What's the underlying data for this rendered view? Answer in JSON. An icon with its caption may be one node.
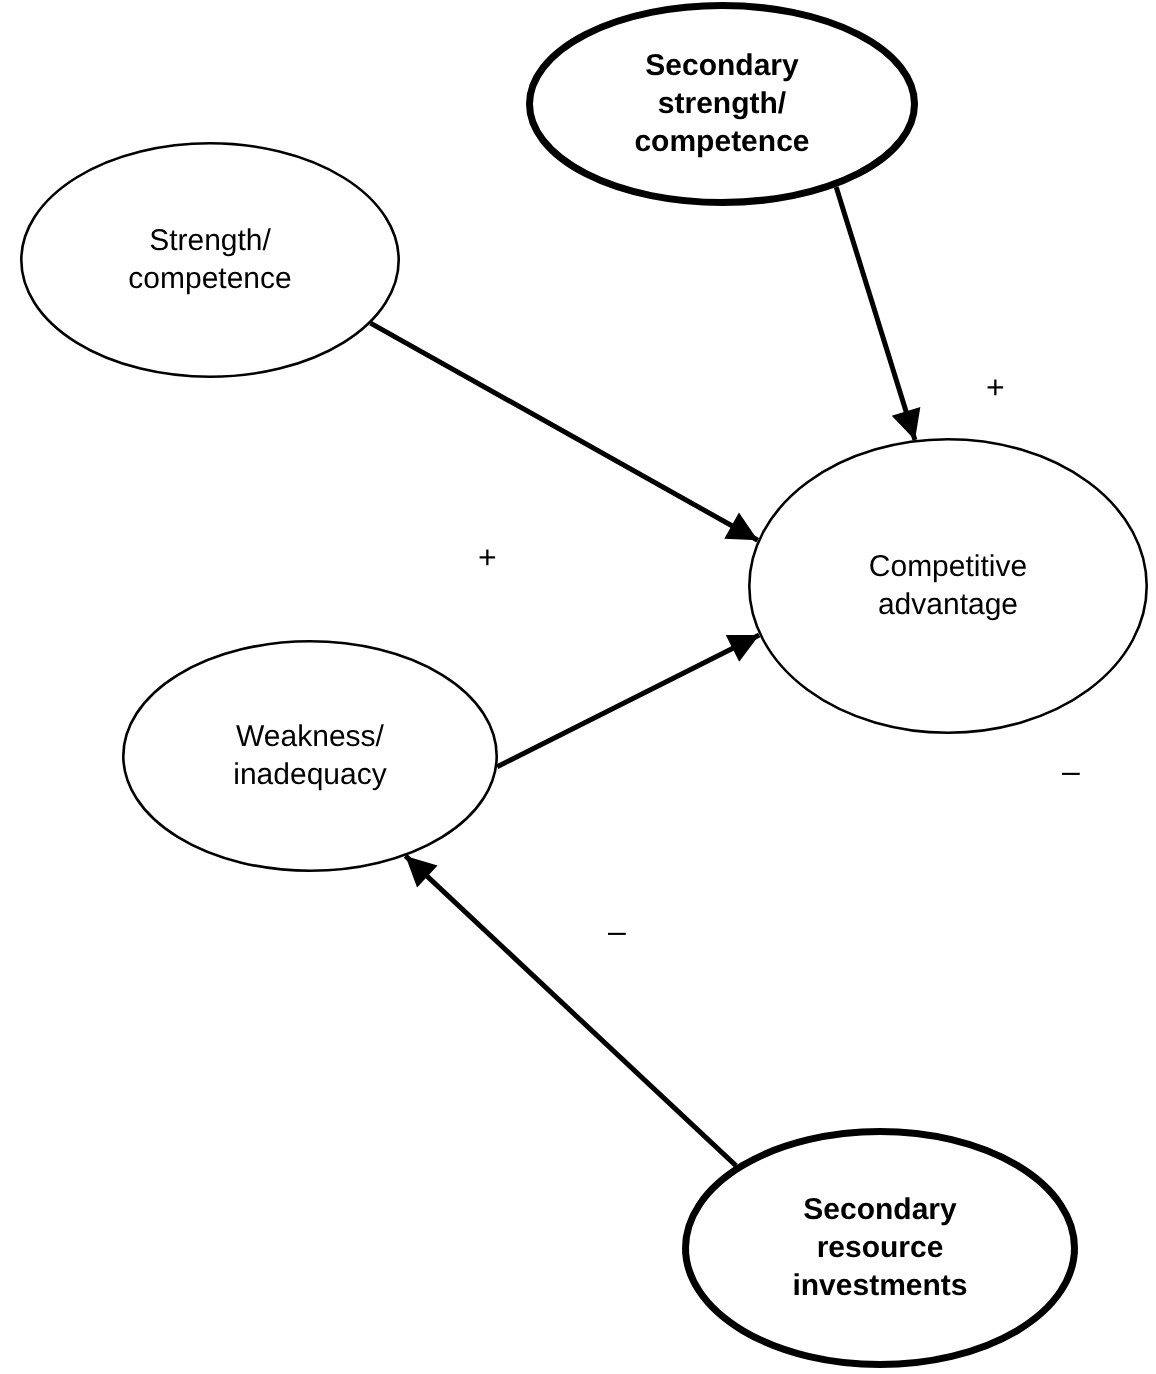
{
  "diagram": {
    "nodes": [
      {
        "text": [
          "Strength/ competence"
        ]
      },
      {
        "text": [
          "Secondary strength/ competence"
        ]
      },
      {
        "text": [
          "Competitive advantage"
        ]
      },
      {
        "text": [
          "Weakness/ inadequacy"
        ]
      },
      {
        "text": [
          "Secondary resource investments"
        ]
      }
    ],
    "edges": [
      {
        "from": 0,
        "to": 2,
        "arrow": "to",
        "label": "+"
      },
      {
        "from": 1,
        "to": 2,
        "arrow": "to",
        "label": "+"
      },
      {
        "from": 3,
        "to": 2,
        "arrow": "to"
      },
      {
        "from": 4,
        "to": 3,
        "arrow": "to",
        "label": "–"
      }
    ],
    "labels": [
      "–"
    ]
  }
}
